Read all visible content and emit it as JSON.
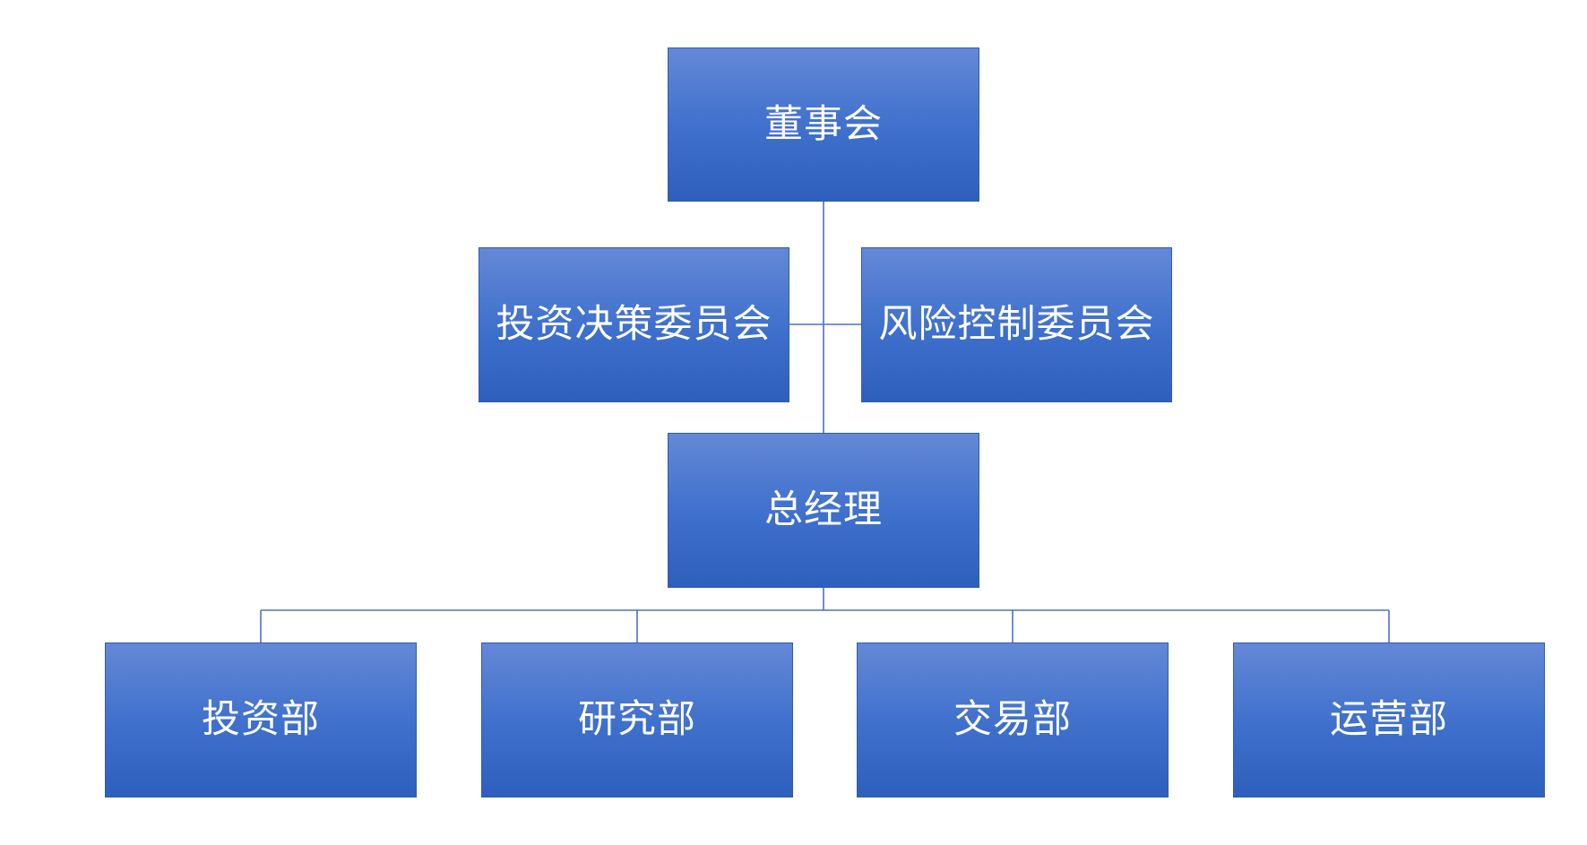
{
  "org_chart": {
    "board": "董事会",
    "committees": [
      "投资决策委员会",
      "风险控制委员会"
    ],
    "general_manager": "总经理",
    "departments": [
      "投资部",
      "研究部",
      "交易部",
      "运营部"
    ]
  },
  "colors": {
    "node_fill_top": "#6488d6",
    "node_fill_bottom": "#2f5fbd",
    "node_text": "#ffffff",
    "connector": "#4a72c4"
  }
}
